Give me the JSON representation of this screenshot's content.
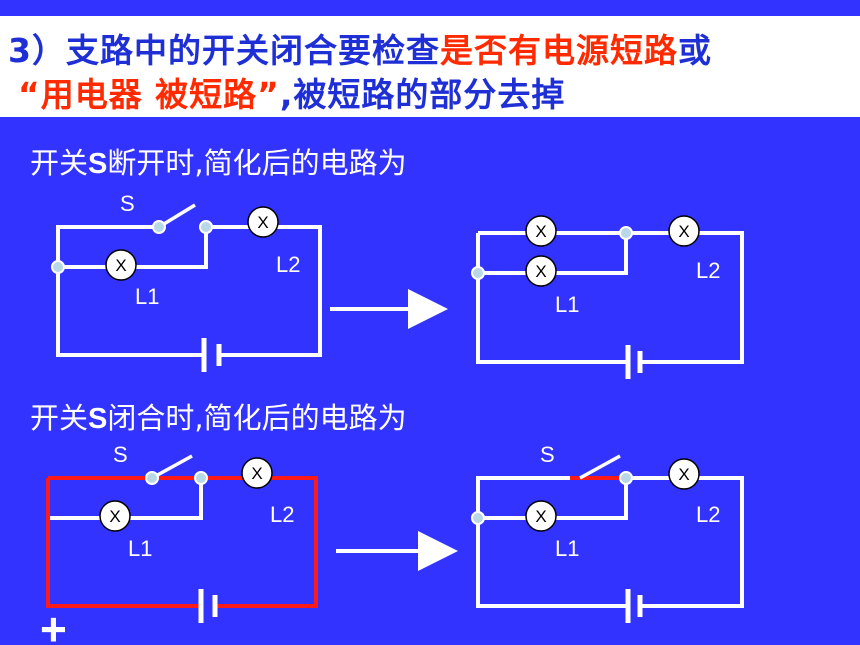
{
  "header": {
    "line1_blue": "3）支路中的开关闭合要检查",
    "line1_red": "是否有电源短路",
    "line1_end": "或",
    "line2_red": "“用电器 被短路”",
    "line2_blue": ",被短路的部分去掉"
  },
  "captions": {
    "open_pre": "开关",
    "open_s": "S",
    "open_post": "断开时,简化后的电路为",
    "closed_pre": "开关",
    "closed_s": "S",
    "closed_post": "闭合时,简化后的电路为"
  },
  "labels": {
    "switch": "S",
    "lamp1": "L1",
    "lamp2": "L2",
    "bulb": "X",
    "plus": "+"
  },
  "colors": {
    "background": "#3333ff",
    "wire": "#ffffff",
    "highlight": "#ff1a1a",
    "node": "#b8d8e8"
  }
}
